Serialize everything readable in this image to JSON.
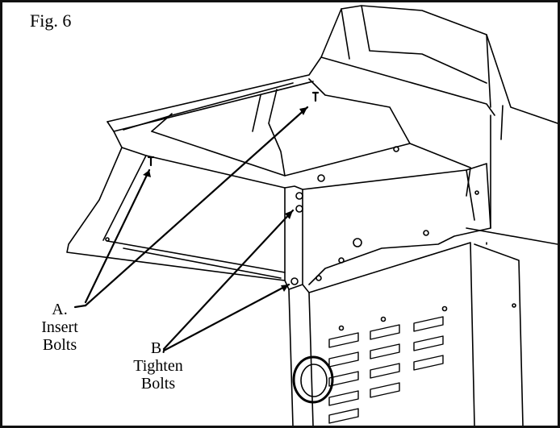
{
  "figure": {
    "title": "Fig. 6"
  },
  "callouts": {
    "a": {
      "letter": "A.",
      "line1": "Insert",
      "line2": "Bolts"
    },
    "b": {
      "letter": "B.",
      "line1": "Tighten",
      "line2": "Bolts"
    }
  },
  "colors": {
    "ink": "#000000",
    "paper": "#ffffff"
  }
}
